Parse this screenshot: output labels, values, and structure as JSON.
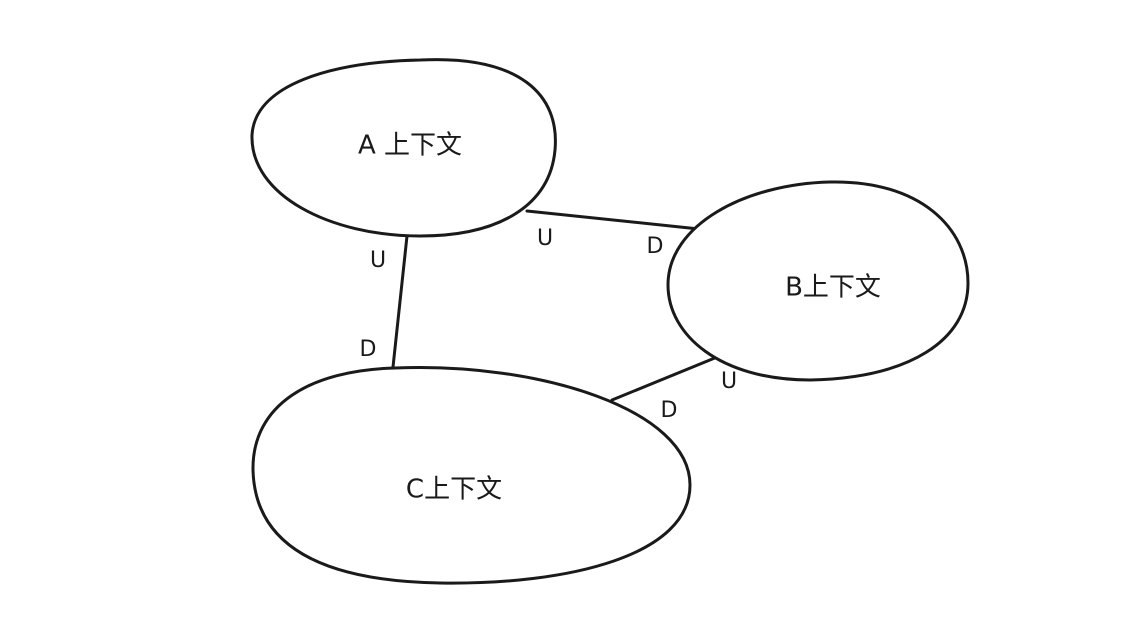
{
  "contexts": {
    "a": {
      "label": "A 上下文"
    },
    "b": {
      "label": "B上下文"
    },
    "c": {
      "label": "C上下文"
    }
  },
  "relationships": [
    {
      "from": "A 上下文",
      "to": "B上下文",
      "upstream_label": "U",
      "downstream_label": "D"
    },
    {
      "from": "A 上下文",
      "to": "C上下文",
      "upstream_label": "U",
      "downstream_label": "D"
    },
    {
      "from": "B上下文",
      "to": "C上下文",
      "upstream_label": "U",
      "downstream_label": "D"
    }
  ]
}
